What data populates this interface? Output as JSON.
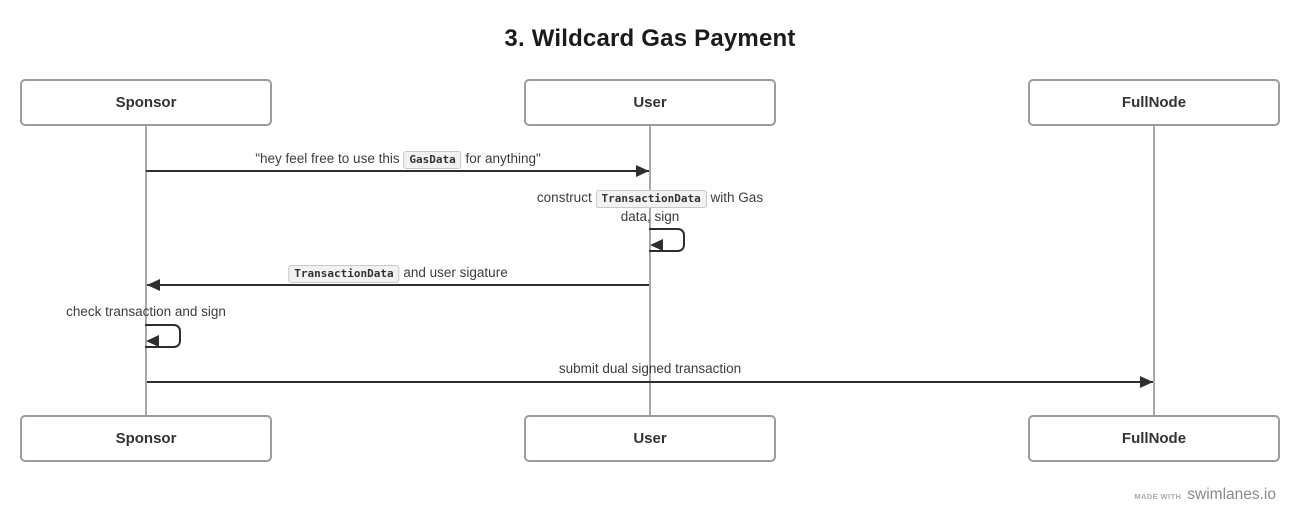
{
  "title": "3. Wildcard Gas Payment",
  "actors": [
    {
      "label": "Sponsor"
    },
    {
      "label": "User"
    },
    {
      "label": "FullNode"
    }
  ],
  "messages": {
    "m1": {
      "from": "Sponsor",
      "to": "User",
      "type": "solid-arrow",
      "prefix": "\"hey feel free to use this ",
      "code": "GasData",
      "suffix": " for anything\""
    },
    "m2": {
      "from": "User",
      "to": "User",
      "type": "self-arrow",
      "prefix": "construct ",
      "code": "TransactionData",
      "suffix": " with Gas",
      "line2": "data, sign"
    },
    "m3": {
      "from": "User",
      "to": "Sponsor",
      "type": "solid-arrow",
      "code": "TransactionData",
      "suffix": " and user sigature"
    },
    "m4": {
      "from": "Sponsor",
      "to": "Sponsor",
      "type": "self-arrow",
      "text": "check transaction and sign"
    },
    "m5": {
      "from": "Sponsor",
      "to": "FullNode",
      "type": "solid-arrow",
      "text": "submit dual signed transaction"
    }
  },
  "footer": {
    "made_with": "MADE WITH",
    "brand": "swimlanes.io"
  },
  "colors": {
    "background": "#ffffff",
    "arrow": "#2e2e2e",
    "lifeline": "#a8a8a8",
    "actor_border": "#9c9c9c",
    "text": "#3d3d3d",
    "chip_bg": "#f2f2f2",
    "chip_border": "#c9c9c9",
    "footer_text": "#8a8a8a"
  }
}
